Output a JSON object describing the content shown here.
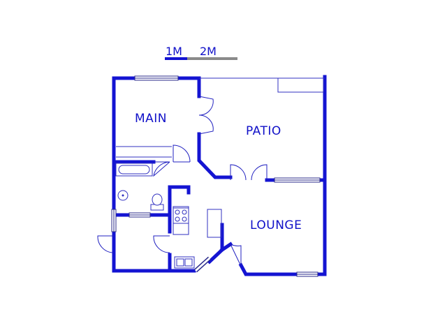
{
  "scale_bar": {
    "label_1": "1M",
    "label_2": "2M",
    "color_primary": "#1414d2",
    "color_secondary": "#8a8a8a"
  },
  "rooms": {
    "main": "MAIN",
    "patio": "PATIO",
    "lounge": "LOUNGE"
  },
  "colors": {
    "wall": "#1414d2",
    "background": "#ffffff"
  }
}
